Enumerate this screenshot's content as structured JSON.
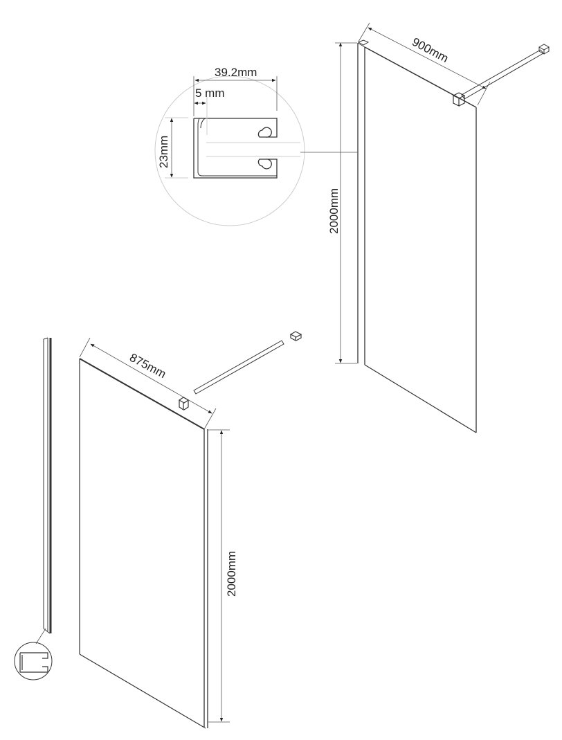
{
  "top_panel": {
    "width_label": "900mm",
    "height_label": "2000mm"
  },
  "profile_detail": {
    "width_label": "39.2mm",
    "wall_label": "5 mm",
    "depth_label": "23mm"
  },
  "bottom_panel": {
    "width_label": "875mm",
    "height_label": "2000mm"
  }
}
